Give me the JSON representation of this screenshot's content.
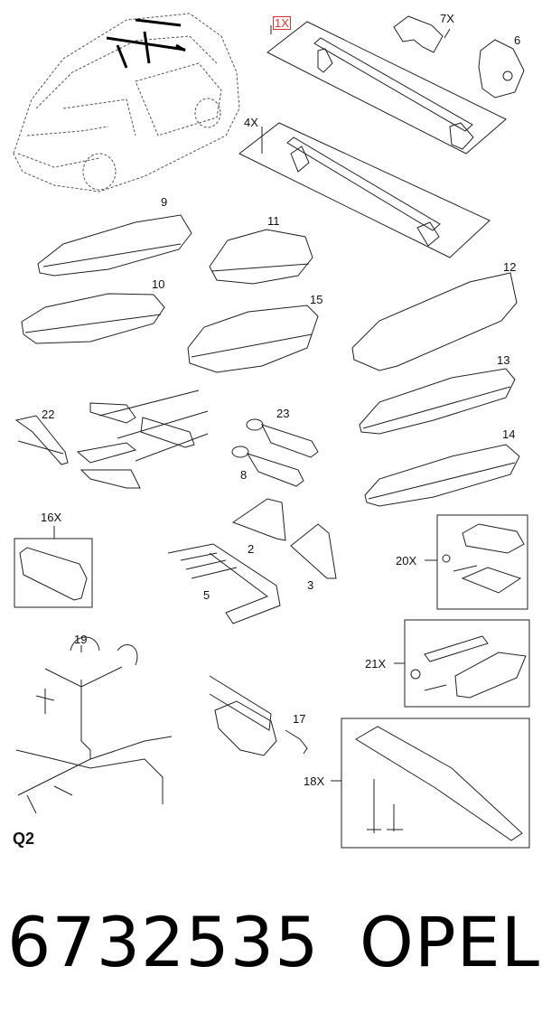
{
  "labels": {
    "p1": "1X",
    "p7": "7X",
    "p6": "6",
    "p4": "4X",
    "p9": "9",
    "p11": "11",
    "p12": "12",
    "p10": "10",
    "p15": "15",
    "p13": "13",
    "p14": "14",
    "p22": "22",
    "p23": "23",
    "p8": "8",
    "p16": "16X",
    "p2": "2",
    "p3": "3",
    "p5": "5",
    "p20": "20X",
    "p21": "21X",
    "p19": "19",
    "p17": "17",
    "p18": "18X"
  },
  "section_code": "Q2",
  "part_number": "6732535",
  "brand": "OPEL",
  "colors": {
    "highlight": "#dd3333",
    "ink": "#111111"
  }
}
